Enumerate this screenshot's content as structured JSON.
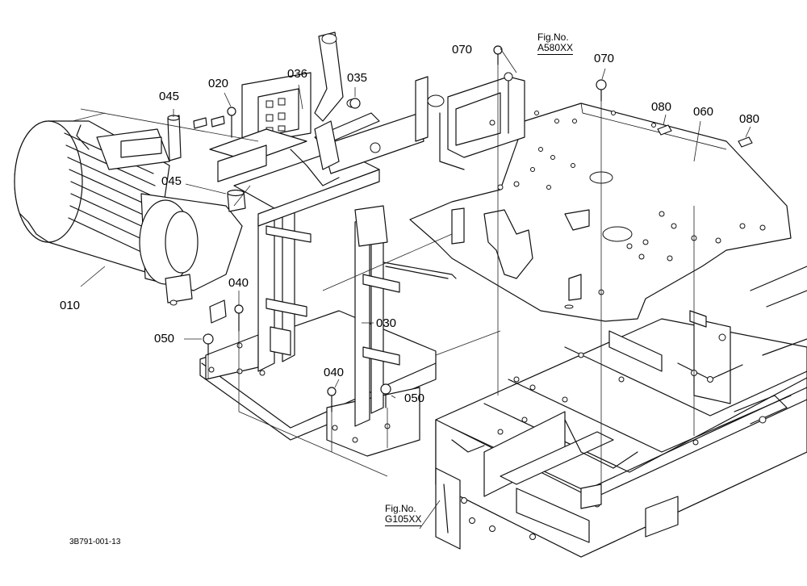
{
  "figure_code": "3B791-001-13",
  "figure_refs": [
    {
      "id": "a580",
      "prefix": "Fig.No.",
      "number": "A580XX"
    },
    {
      "id": "g105",
      "prefix": "Fig.No.",
      "number": "G105XX"
    }
  ],
  "part_labels": {
    "p010": "010",
    "p020": "020",
    "p030": "030",
    "p035": "035",
    "p036": "036",
    "p040_left": "040",
    "p040_mid": "040",
    "p045_top": "045",
    "p045_mid": "045",
    "p050_left": "050",
    "p050_right": "050",
    "p060": "060",
    "p070_top": "070",
    "p070_right": "070",
    "p080_left": "080",
    "p080_right": "080"
  }
}
